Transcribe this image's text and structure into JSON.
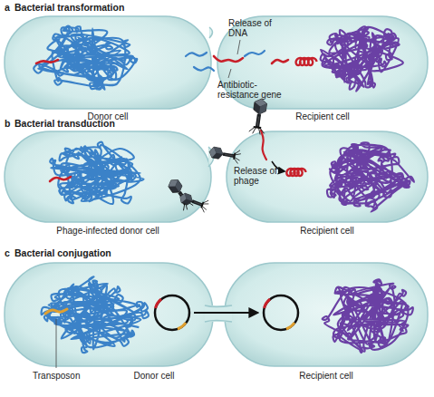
{
  "diagram": {
    "labels": [
      "a",
      "Bacterial transformation",
      "Release of DNA",
      "Antibiotic-resistance gene",
      "Donor cell",
      "Recipient cell",
      "b",
      "Bacterial transduction",
      "Phage-infected donor cell",
      "Release of phage",
      "Recipient cell",
      "c",
      "Bacterial conjugation",
      "Transposon",
      "Donor cell",
      "Recipient cell"
    ]
  }
}
